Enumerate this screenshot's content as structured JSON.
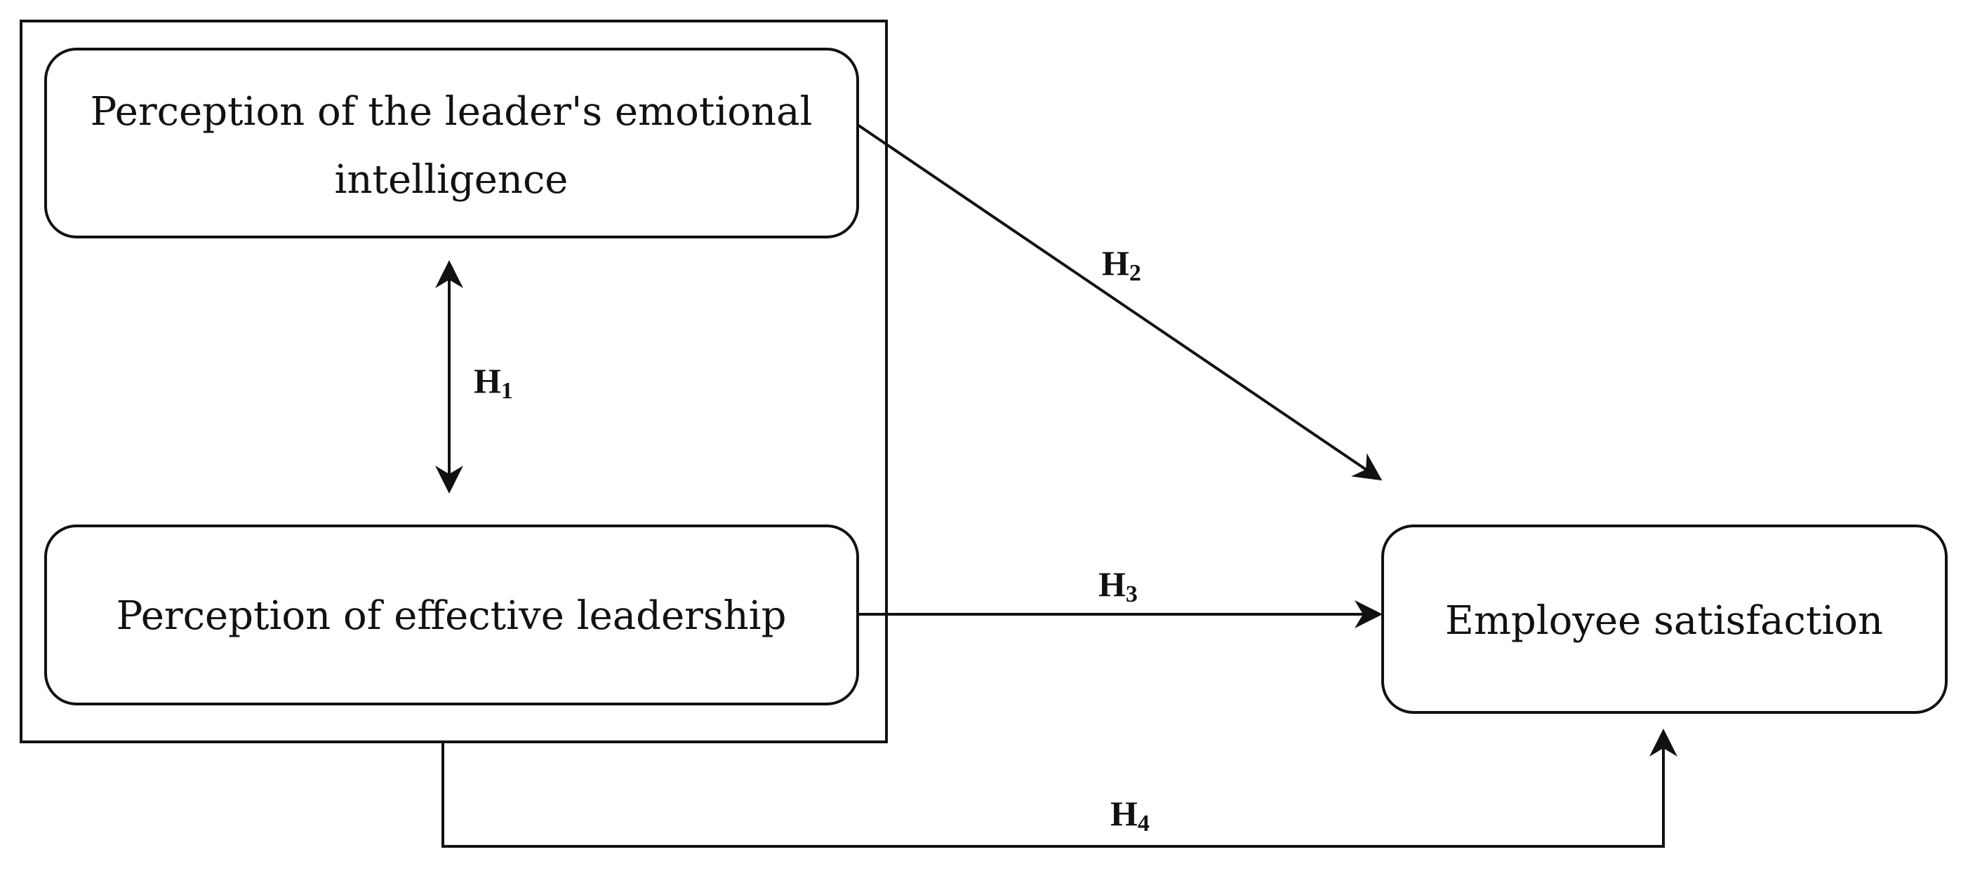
{
  "nodes": {
    "emotional_intelligence": {
      "lines": [
        "Perception of the leader's emotional",
        "intelligence"
      ]
    },
    "effective_leadership": {
      "lines": [
        "Perception of effective leadership"
      ]
    },
    "employee_satisfaction": {
      "lines": [
        "Employee satisfaction"
      ]
    }
  },
  "hypotheses": {
    "h1": {
      "letter": "H",
      "sub": "1"
    },
    "h2": {
      "letter": "H",
      "sub": "2"
    },
    "h3": {
      "letter": "H",
      "sub": "3"
    },
    "h4": {
      "letter": "H",
      "sub": "4"
    }
  },
  "colors": {
    "stroke": "#111111",
    "background": "#ffffff"
  }
}
